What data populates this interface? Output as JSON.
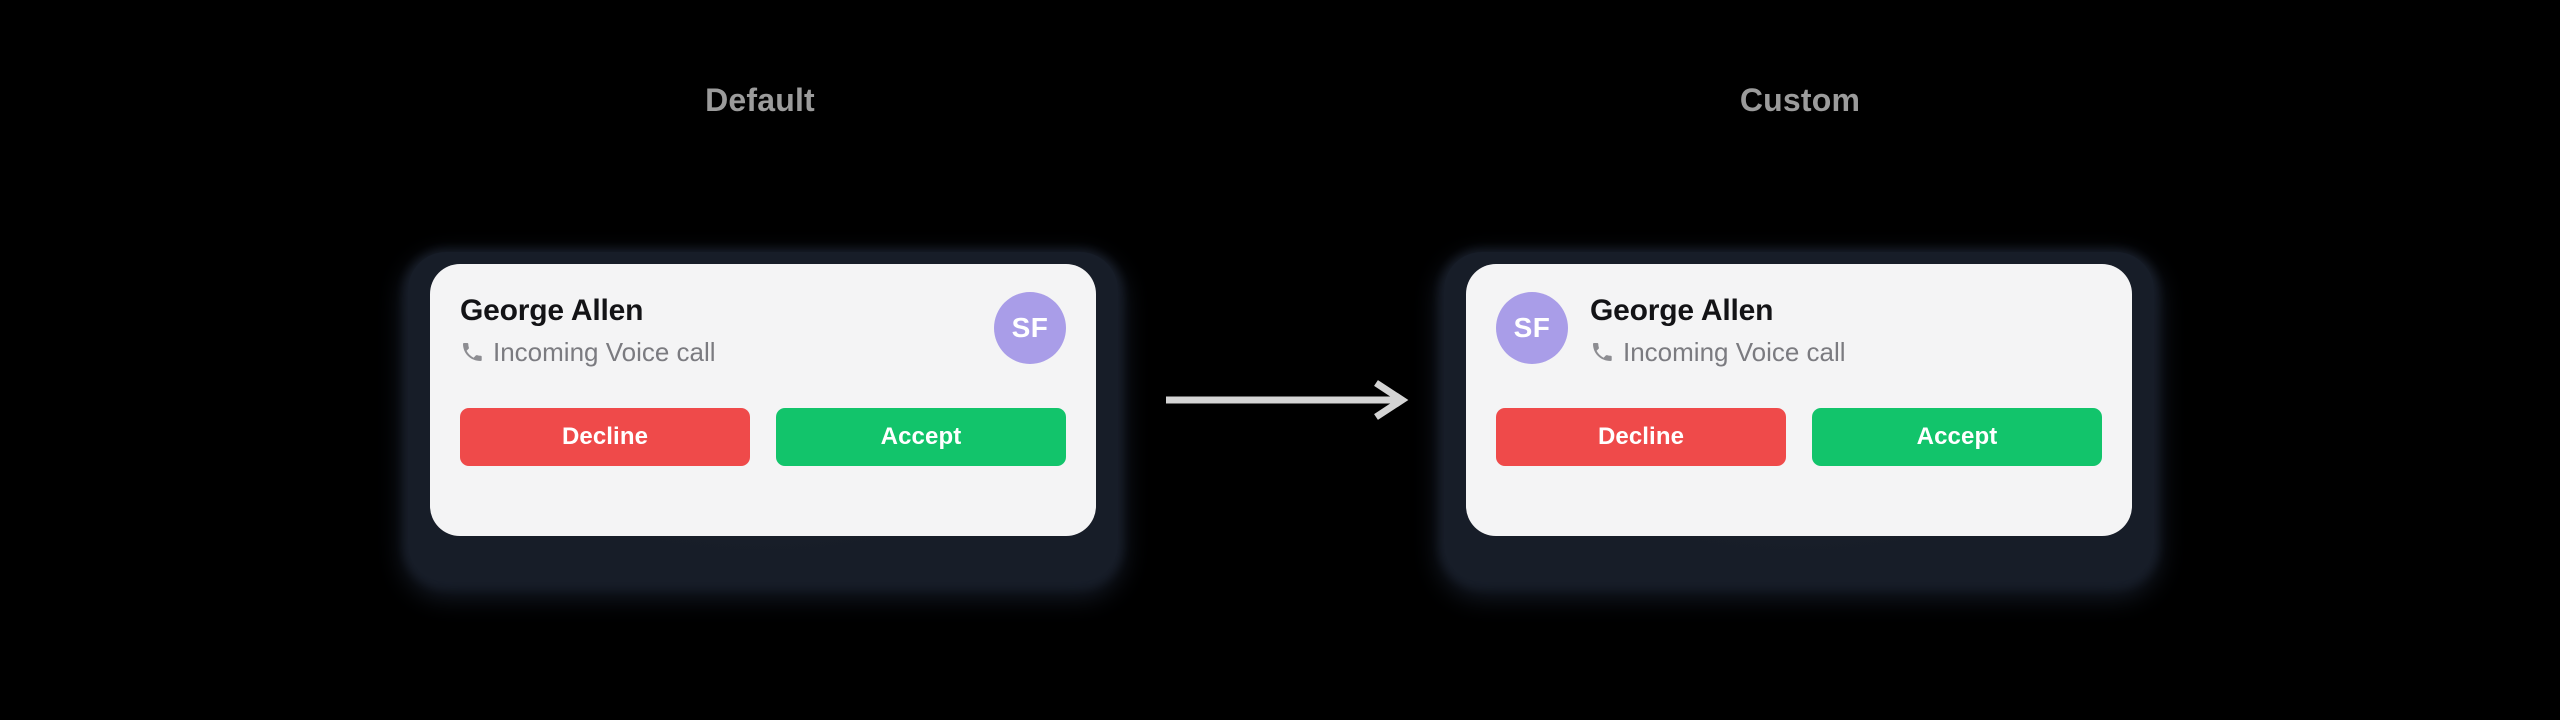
{
  "page": {
    "background_color": "#000000",
    "arrow": {
      "direction": "right",
      "color": "#d4d4d4"
    }
  },
  "columns": [
    {
      "id": "default",
      "label": "Default",
      "label_color": "#9b9b9b",
      "avatar_position": "right"
    },
    {
      "id": "custom",
      "label": "Custom",
      "label_color": "#9b9b9b",
      "avatar_position": "left"
    }
  ],
  "notification": {
    "caller_name": "George Allen",
    "call_status": "Incoming Voice call",
    "status_icon": "phone-icon",
    "avatar": {
      "initials": "SF",
      "background_color": "#a99de8",
      "text_color": "#ffffff"
    },
    "actions": [
      {
        "id": "decline",
        "label": "Decline",
        "color": "#ef4a4a"
      },
      {
        "id": "accept",
        "label": "Accept",
        "color": "#12c46b"
      }
    ],
    "surface_color": "#f4f4f5",
    "bezel_color": "#171d28"
  }
}
